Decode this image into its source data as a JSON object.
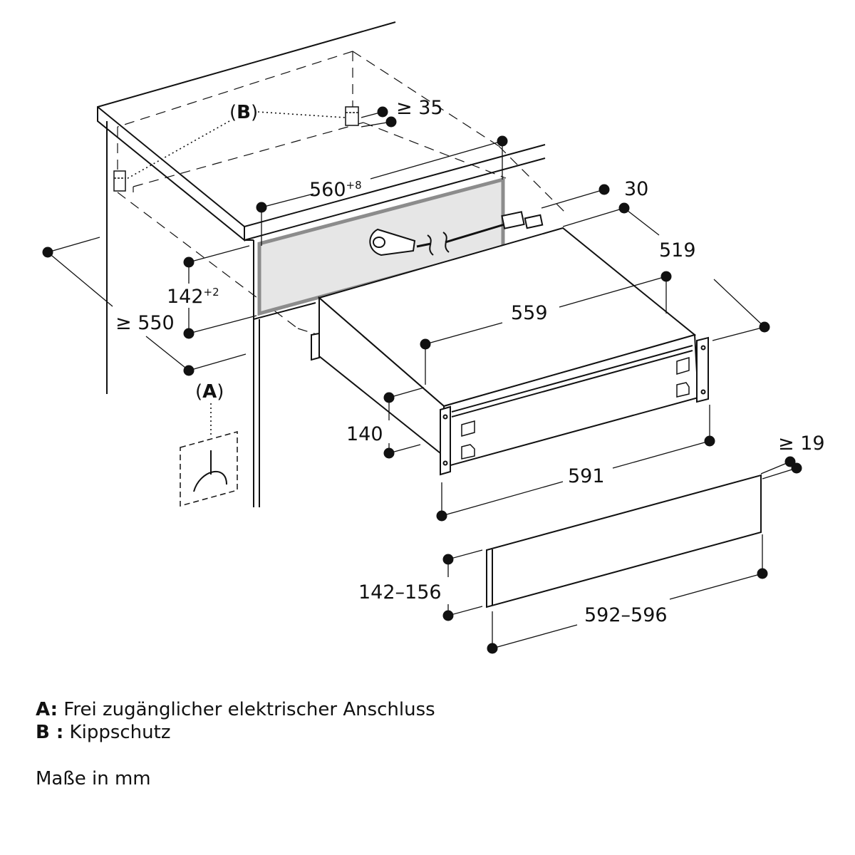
{
  "callouts": {
    "a": {
      "open": "(",
      "key": "A",
      "close": ")"
    },
    "b": {
      "open": "(",
      "key": "B",
      "close": ")"
    }
  },
  "dimensions": {
    "clearance_top": "≥ 35",
    "niche_width": {
      "value": "560",
      "tolerance": "+8"
    },
    "panel_offset": "30",
    "appliance_depth": "519",
    "niche_height": {
      "value": "142",
      "tolerance": "+2"
    },
    "niche_depth": "≥ 550",
    "appliance_width_inner": "559",
    "appliance_height": "140",
    "appliance_width": "591",
    "front_clearance": "≥ 19",
    "front_height": "142–156",
    "front_width": "592–596"
  },
  "legend": [
    {
      "key": "A:",
      "text": "Frei zugänglicher elektrischer Anschluss"
    },
    {
      "key": "B :",
      "text": "Kippschutz"
    }
  ],
  "unit_note": "Maße in mm",
  "colors": {
    "line": "#111111",
    "panel_fill": "#e6e6e6",
    "panel_stroke": "#8c8c8c"
  }
}
